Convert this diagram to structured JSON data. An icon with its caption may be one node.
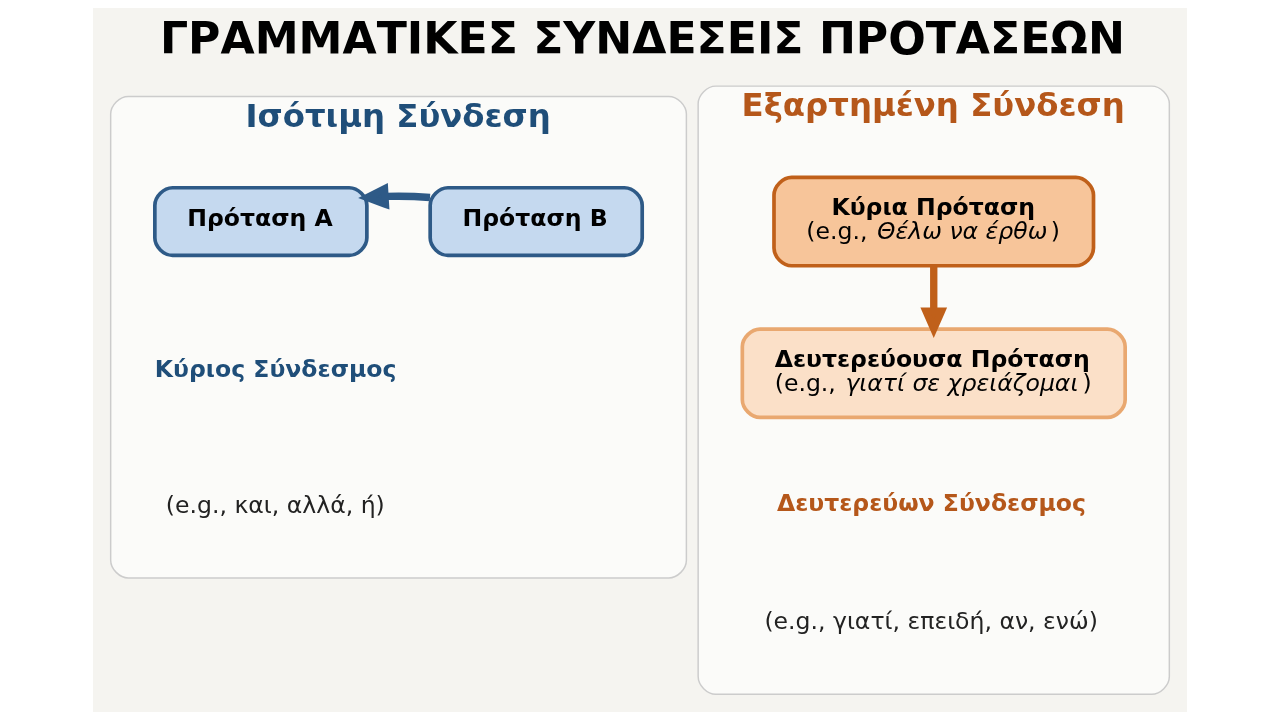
{
  "diagram": {
    "title": "ΓΡΑΜΜΑΤΙΚΕΣ ΣΥΝΔΕΣΕΙΣ ΠΡΟΤΑΣΕΩΝ",
    "nodes": [
      {
        "text": [
          "Ισότιμη Σύνδεση"
        ]
      },
      {
        "text": [
          "Πρόταση Α"
        ],
        "in": 0
      },
      {
        "text": [
          "Πρόταση Β"
        ],
        "in": 0
      },
      {
        "text": [
          "Εξαρτημένη Σύνδεση"
        ]
      },
      {
        "text": [
          "Κύρια Πρόταση",
          "(e.g., *Θέλω να έρθω*)"
        ],
        "in": 3
      },
      {
        "text": [
          "Δευτερεύουσα Πρόταση",
          "(e.g., *γιατί σε χρειάζομαι*)"
        ],
        "in": 3
      }
    ],
    "edges": [
      {
        "from": 2,
        "to": 1,
        "arrow": "to",
        "color": "#2e5a87"
      },
      {
        "from": 4,
        "to": 5,
        "arrow": "to",
        "color": "#c0601a"
      }
    ],
    "labels": [
      "Κύριος Σύνδεσμος",
      "(e.g., και, αλλά, ή)",
      "Δευτερεύων Σύνδεσμος",
      "(e.g., γιατί, επειδή, αν, ενώ)"
    ]
  }
}
